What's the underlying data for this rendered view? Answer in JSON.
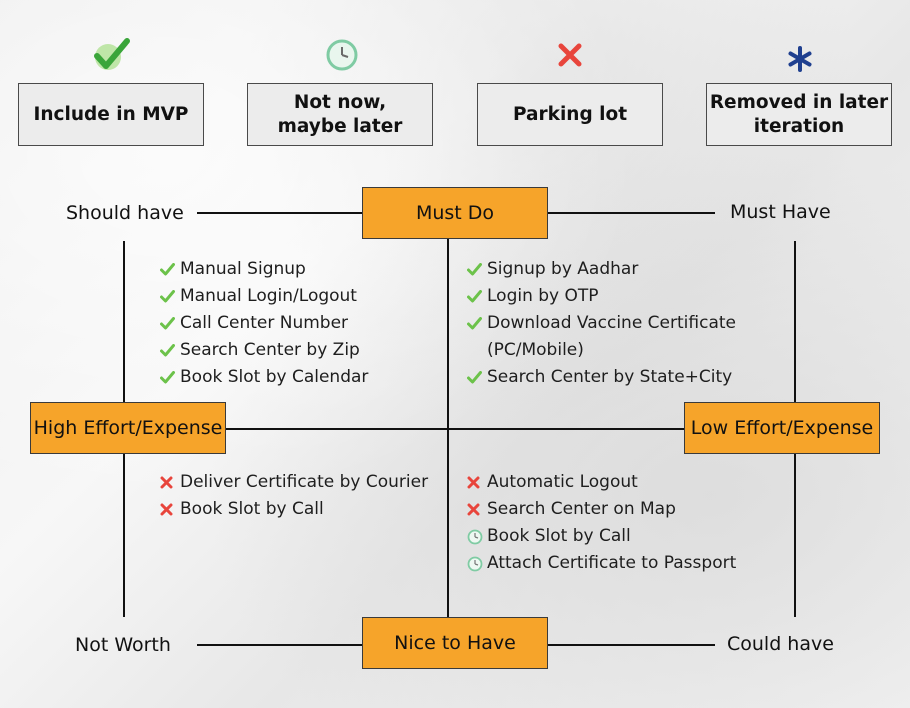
{
  "legend": [
    {
      "icon": "check-icon",
      "label": "Include in MVP",
      "color": "#6cc24a"
    },
    {
      "icon": "clock-icon",
      "label": "Not now,\nmaybe later",
      "color": "#7fcba3"
    },
    {
      "icon": "cross-icon",
      "label": "Parking lot",
      "color": "#e8453c"
    },
    {
      "icon": "asterisk-icon",
      "label": "Removed in later\niteration",
      "color": "#1f3f8f"
    }
  ],
  "axes": {
    "top": "Must Do",
    "bottom": "Nice to Have",
    "left": "High Effort/Expense",
    "right": "Low Effort/Expense"
  },
  "corners": {
    "top_left": "Should have",
    "top_right": "Must Have",
    "bottom_left": "Not Worth",
    "bottom_right": "Could have"
  },
  "quadrants": {
    "should_have": [
      {
        "icon": "check-icon",
        "text": "Manual Signup"
      },
      {
        "icon": "check-icon",
        "text": "Manual Login/Logout"
      },
      {
        "icon": "check-icon",
        "text": "Call Center Number"
      },
      {
        "icon": "check-icon",
        "text": "Search Center by Zip"
      },
      {
        "icon": "check-icon",
        "text": "Book Slot by Calendar"
      }
    ],
    "must_have": [
      {
        "icon": "check-icon",
        "text": "Signup by Aadhar"
      },
      {
        "icon": "check-icon",
        "text": "Login by OTP"
      },
      {
        "icon": "check-icon",
        "text": "Download Vaccine Certificate\n(PC/Mobile)"
      },
      {
        "icon": "check-icon",
        "text": "Search Center by State+City"
      }
    ],
    "not_worth": [
      {
        "icon": "cross-icon",
        "text": "Deliver Certificate by Courier"
      },
      {
        "icon": "cross-icon",
        "text": "Book Slot by Call"
      }
    ],
    "could_have": [
      {
        "icon": "cross-icon",
        "text": "Automatic Logout"
      },
      {
        "icon": "cross-icon",
        "text": "Search Center on Map"
      },
      {
        "icon": "clock-icon",
        "text": "Book Slot by Call"
      },
      {
        "icon": "clock-icon",
        "text": "Attach Certificate to Passport"
      }
    ]
  },
  "colors": {
    "axis_box": "#f6a42a",
    "check": "#6cc24a",
    "cross": "#e8453c",
    "clock": "#7fcba3",
    "asterisk": "#1f3f8f"
  }
}
